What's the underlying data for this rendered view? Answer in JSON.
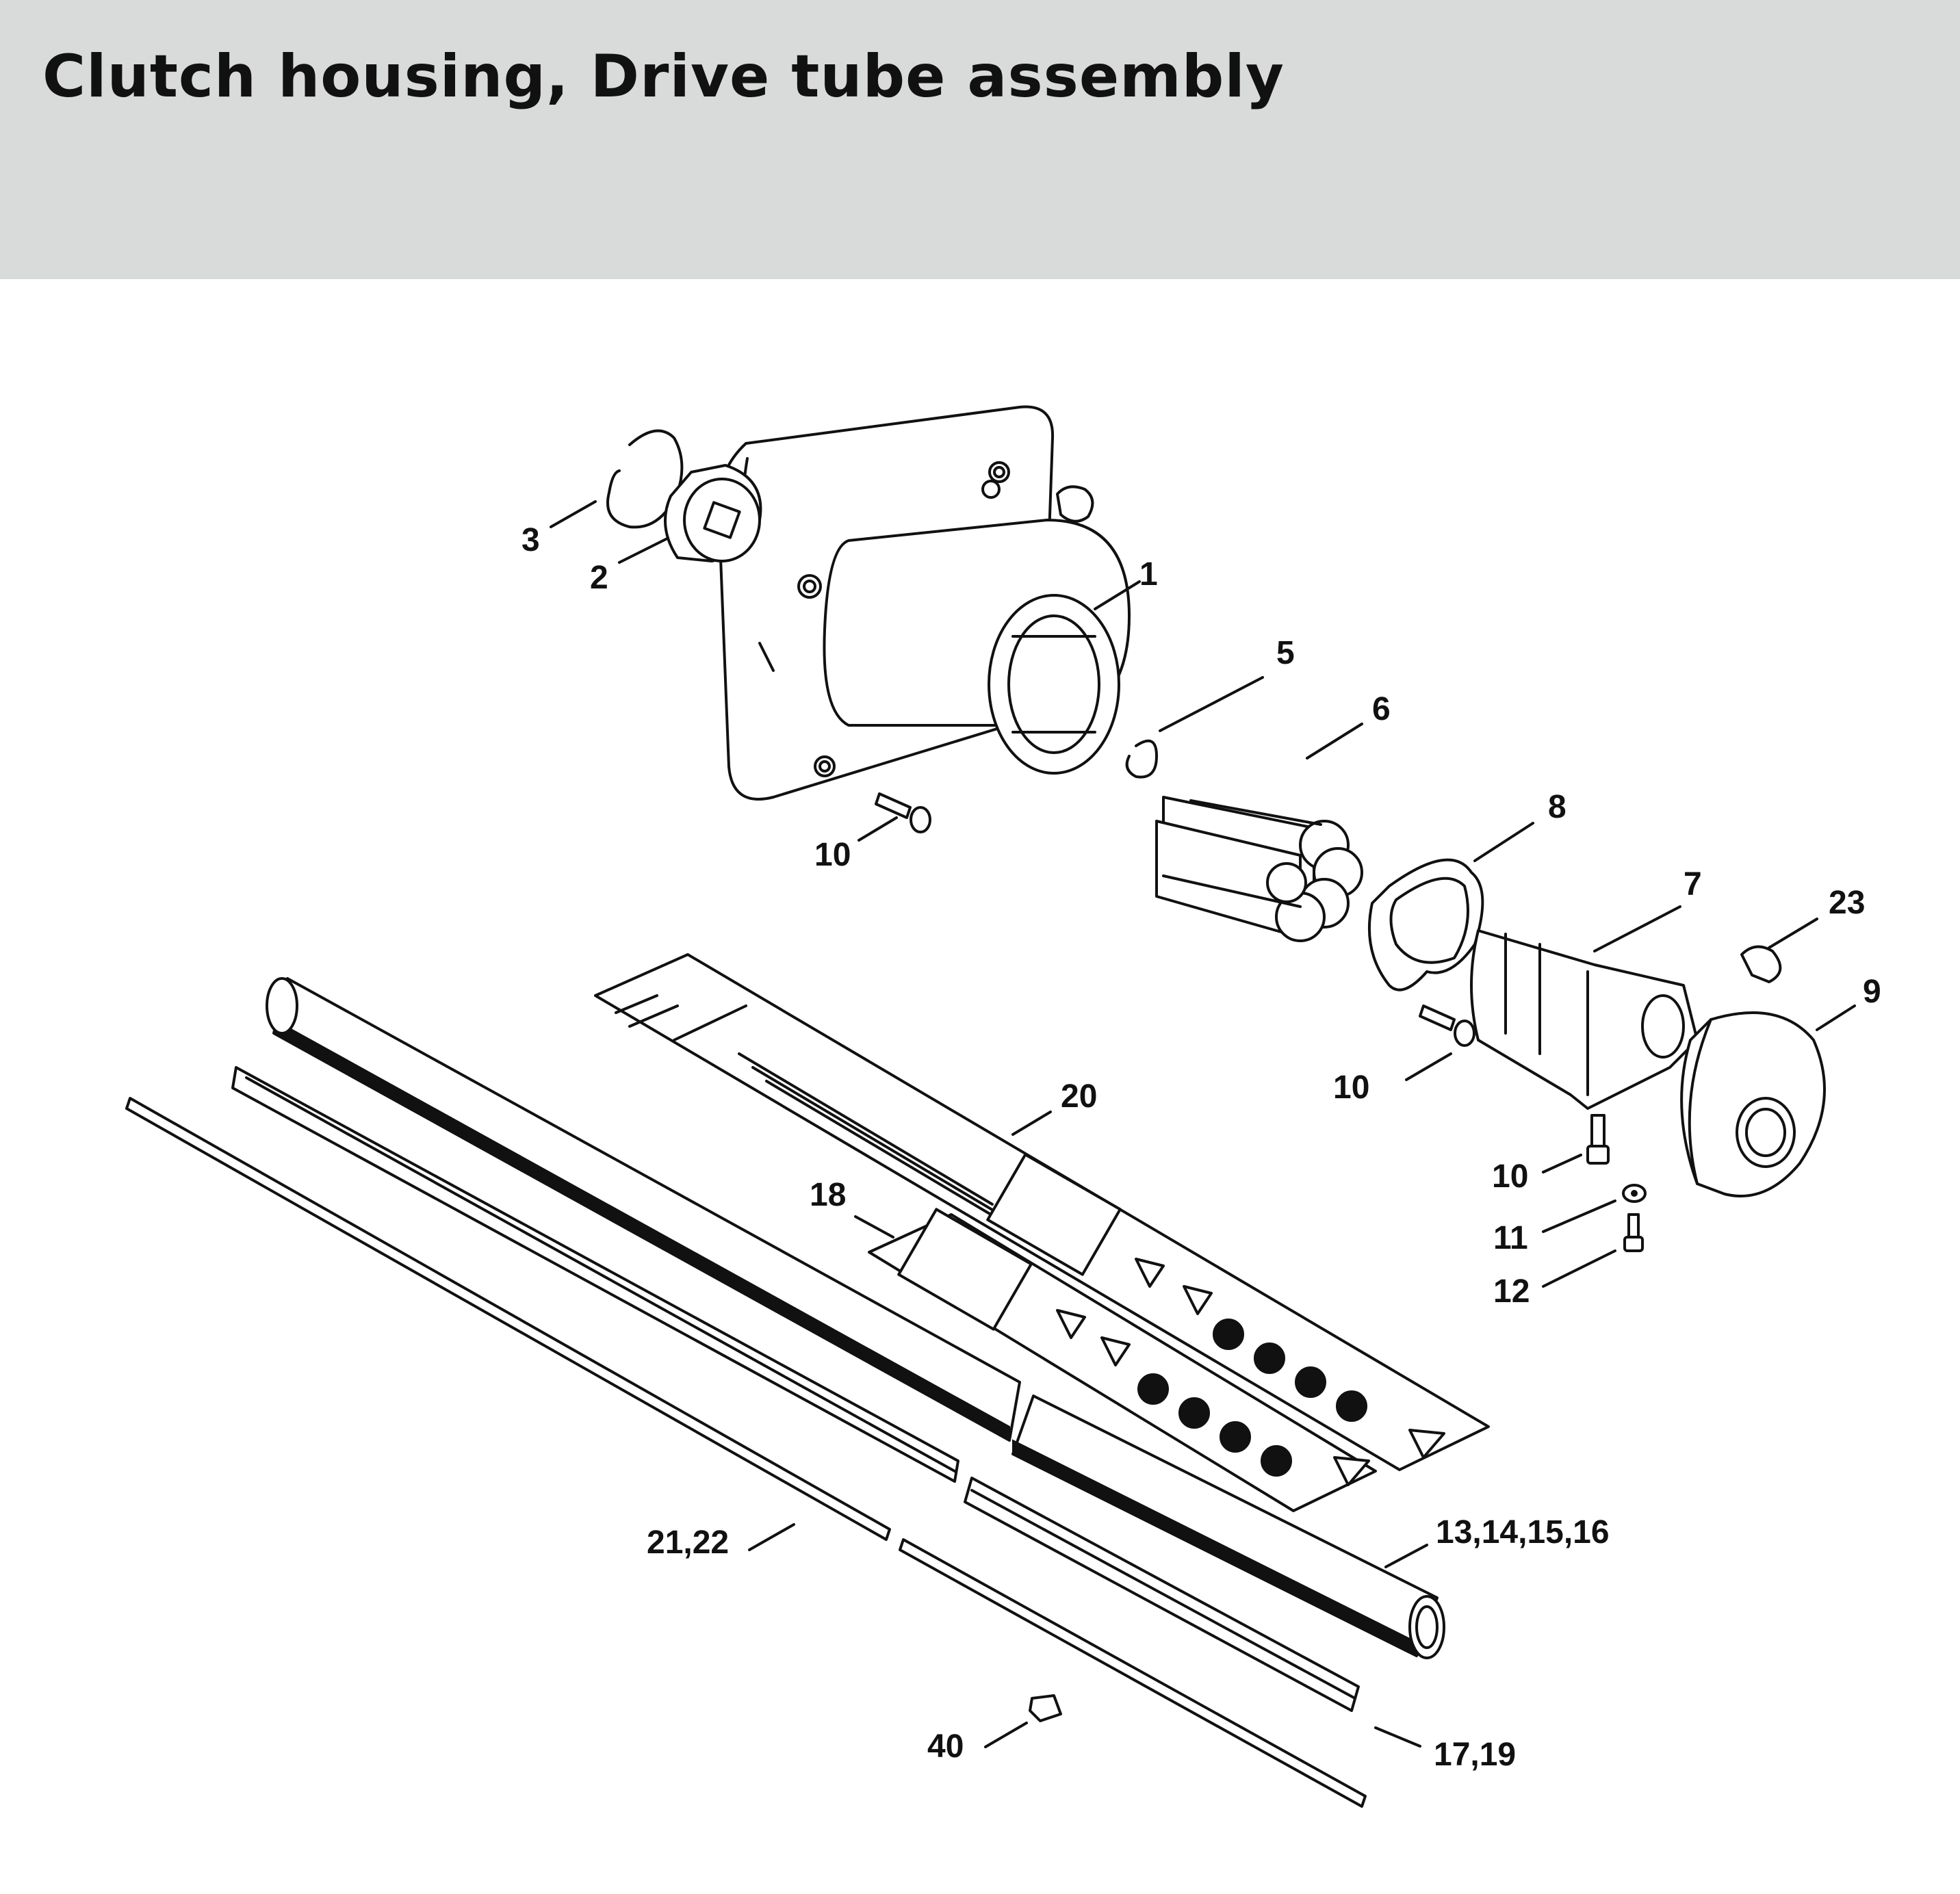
{
  "header": {
    "title": "Clutch housing, Drive tube assembly",
    "background_color": "#d9dbda"
  },
  "callouts": [
    {
      "id": "c1",
      "text": "1"
    },
    {
      "id": "c2",
      "text": "2"
    },
    {
      "id": "c3",
      "text": "3"
    },
    {
      "id": "c5",
      "text": "5"
    },
    {
      "id": "c6",
      "text": "6"
    },
    {
      "id": "c7",
      "text": "7"
    },
    {
      "id": "c8",
      "text": "8"
    },
    {
      "id": "c9",
      "text": "9"
    },
    {
      "id": "c10a",
      "text": "10"
    },
    {
      "id": "c10b",
      "text": "10"
    },
    {
      "id": "c10c",
      "text": "10"
    },
    {
      "id": "c11",
      "text": "11"
    },
    {
      "id": "c12",
      "text": "12"
    },
    {
      "id": "c13",
      "text": "13,14,15,16"
    },
    {
      "id": "c17",
      "text": "17,19"
    },
    {
      "id": "c18",
      "text": "18"
    },
    {
      "id": "c20",
      "text": "20"
    },
    {
      "id": "c21",
      "text": "21,22"
    },
    {
      "id": "c23",
      "text": "23"
    },
    {
      "id": "c40",
      "text": "40"
    }
  ]
}
